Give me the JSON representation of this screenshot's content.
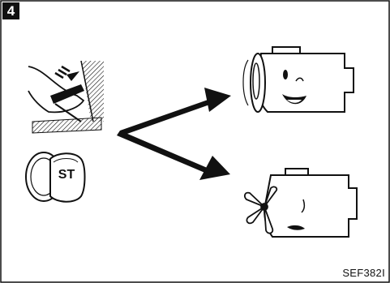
{
  "step_number": "4",
  "figure_code": "SEF382I",
  "key_label": "ST",
  "colors": {
    "ink": "#111111",
    "paper": "#ffffff"
  },
  "icons": [
    "pedal-icon",
    "ignition-key-icon",
    "arrow-icon",
    "engine-happy-icon",
    "engine-off-icon"
  ]
}
